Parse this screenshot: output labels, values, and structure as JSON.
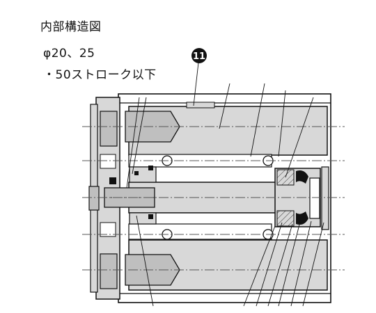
{
  "heading": {
    "title": "内部構造図",
    "bore": "φ20、25",
    "stroke_note": "・50ストローク以下"
  },
  "callout": {
    "number": "11"
  },
  "colors": {
    "part_fill": "#d8d8d8",
    "part_dark": "#bfbfbf",
    "outline": "#111111",
    "seal_black": "#111111",
    "background": "#ffffff"
  }
}
